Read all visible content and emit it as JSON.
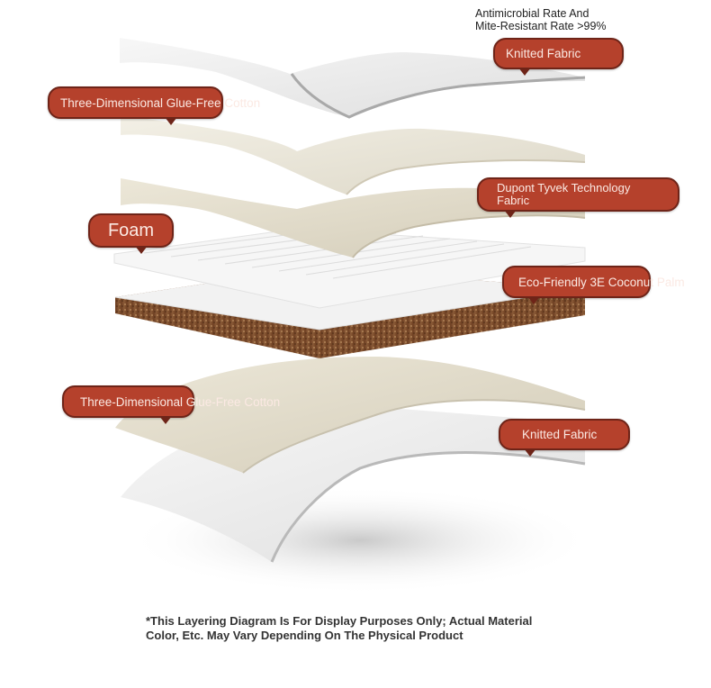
{
  "header_note": {
    "line1": "Antimicrobial Rate And",
    "line2": "Mite-Resistant Rate >99%"
  },
  "callouts": {
    "knitted_top": "Knitted Fabric",
    "glue_free_top": "Three-Dimensional Glue-Free Cotton",
    "dupont": "Dupont Tyvek Technology Fabric",
    "foam": "Foam",
    "coconut": "Eco-Friendly 3E Coconut Palm",
    "glue_free_bottom": "Three-Dimensional Glue-Free Cotton",
    "knitted_bottom": "Knitted Fabric"
  },
  "footnote": "*This Layering Diagram Is For Display Purposes Only; Actual Material Color, Etc. May Vary Depending On The Physical Product",
  "colors": {
    "callout_fill": "#b5412c",
    "callout_border": "#6e2418",
    "fabric_white": "#efefef",
    "cotton_cream": "#ece8dc",
    "coconut_brown": "#7a4a2a"
  }
}
